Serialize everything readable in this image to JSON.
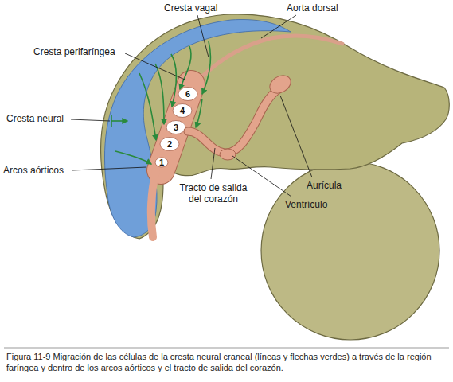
{
  "diagram": {
    "caption": "Figura 11-9 Migración de las células de la cresta neural craneal (líneas y flechas verdes) a través de la región faríngea y dentro de los arcos aórticos y el tracto de salida del corazón.",
    "labels": [
      "Cresta vagal",
      "Aorta dorsal",
      "Cresta perifaríngea",
      "Cresta neural",
      "6",
      "4",
      "3",
      "2",
      "1",
      "Arcos aórticos",
      "Tracto de salida del corazón",
      "Aurícula",
      "Ventrículo"
    ]
  }
}
